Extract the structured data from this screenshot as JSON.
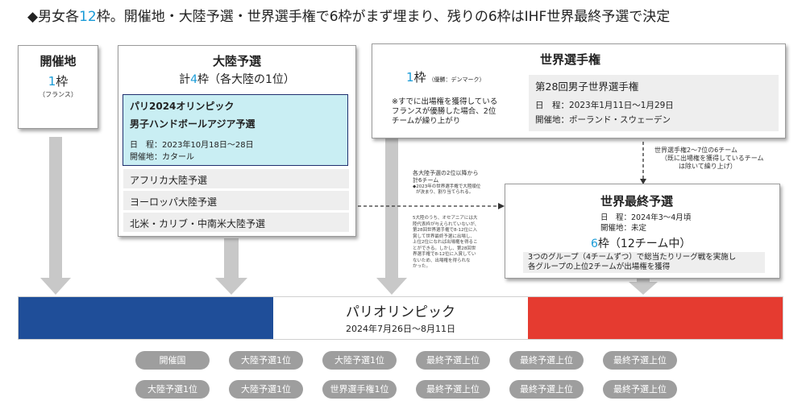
{
  "headline": {
    "prefix": "◆男女各",
    "num": "12",
    "suffix": "枠。開催地・大陸予選・世界選手権で6枠がまず埋まり、残りの6枠はIHF世界最終予選で決定"
  },
  "host": {
    "title": "開催地",
    "count": "1",
    "unit": "枠",
    "note": "（フランス）"
  },
  "continental": {
    "title": "大陸予選",
    "sub_prefix": "計",
    "sub_num": "4",
    "sub_suffix": "枠（各大陸の1位）",
    "highlight_line1": "パリ2024オリンピック",
    "highlight_line2": "男子ハンドボールアジア予選",
    "date_label": "日　程：",
    "date_value": "2023年10月18日～28日",
    "venue_label": "開催地：",
    "venue_value": "カタール",
    "rows": [
      "アフリカ大陸予選",
      "ヨーロッパ大陸予選",
      "北米・カリブ・中南米大陸予選"
    ]
  },
  "world_champ": {
    "title": "世界選手権",
    "count": "1",
    "unit": "枠",
    "count_note": "（優勝：デンマーク）",
    "note_lines": [
      "※すでに出場権を獲得している",
      "フランスが優勝した場合、2位",
      "チームが繰り上がり"
    ],
    "event": "第28回男子世界選手権",
    "date_label": "日　程：",
    "date_value": "2023年1月11日～1月29日",
    "venue_label": "開催地：",
    "venue_value": "ポーランド・スウェーデン"
  },
  "flow_note_right": [
    "世界選手権2～7位の6チーム",
    "（既に出場権を獲得しているチーム",
    "は除いて繰り上げ）"
  ],
  "flow_note_left": {
    "line1": "各大陸予選の2位以降から",
    "line2": "計6チーム",
    "line3": "◆2023年の世界選手権で大陸順位",
    "line4": "が決まり、割り当てられる。",
    "block": [
      "5大陸のうち、オセアニアには大",
      "陸代表枠が与えられていないが、",
      "第28回世界選手権で8-12位に入",
      "賞して世界最終予選に出場し、",
      "上位2位になれば出場権を得るこ",
      "とができる。しかし、第28回世",
      "界選手権で8-12位に入賞してい",
      "ないため、出場権を得られな",
      "かった。"
    ]
  },
  "final_qual": {
    "title": "世界最終予選",
    "date_label": "日　程：",
    "date_value": "2024年3～4月頃",
    "venue_label": "開催地：",
    "venue_value": "未定",
    "count": "6",
    "unit": "枠",
    "teams": "（12チーム中）",
    "desc_line1": "3つのグループ（4チームずつ）で総当たりリーグ戦を実施し",
    "desc_line2": "各グループの上位2チームが出場権を獲得"
  },
  "olympics": {
    "title": "パリオリンピック",
    "dates": "2024年7月26日～8月11日"
  },
  "pills_row1": [
    "開催国",
    "大陸予選1位",
    "大陸予選1位",
    "最終予選上位",
    "最終予選上位",
    "最終予選上位"
  ],
  "pills_row2": [
    "大陸予選1位",
    "大陸予選1位",
    "世界選手権1位",
    "最終予選上位",
    "最終予選上位",
    "最終予選上位"
  ],
  "colors": {
    "accent": "#1a9bd7",
    "flag_blue": "#1f4e99",
    "flag_red": "#e53b30",
    "highlight_bg": "#c9eef3",
    "highlight_border": "#1f2f6e",
    "pill": "#9e9e9e",
    "arrow": "#c8c8c8"
  }
}
